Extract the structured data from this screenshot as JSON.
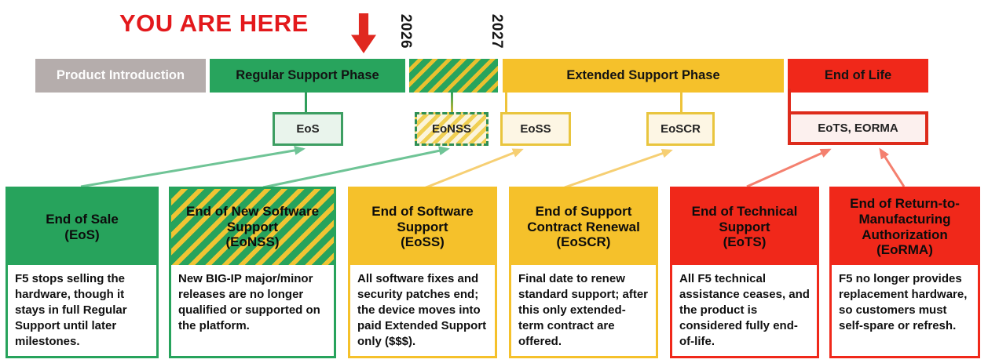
{
  "banner": {
    "label": "YOU ARE HERE"
  },
  "years": [
    "2026",
    "2027"
  ],
  "timeline": {
    "phases": [
      {
        "id": "product-introduction",
        "label": "Product Introduction"
      },
      {
        "id": "regular-support",
        "label": "Regular Support Phase"
      },
      {
        "id": "eonss-transition",
        "label": ""
      },
      {
        "id": "extended-support",
        "label": "Extended Support Phase"
      },
      {
        "id": "end-of-life",
        "label": "End of Life"
      }
    ],
    "milestones": [
      {
        "id": "eos",
        "label": "EoS"
      },
      {
        "id": "eonss",
        "label": "EoNSS"
      },
      {
        "id": "eoss",
        "label": "EoSS"
      },
      {
        "id": "eoscr",
        "label": "EoSCR"
      },
      {
        "id": "eots-eorma",
        "label": "EoTS, EORMA"
      }
    ]
  },
  "cards": [
    {
      "title": "End of Sale\n(EoS)",
      "body": "F5 stops selling the hardware, though it stays in full Regular Support until later milestones."
    },
    {
      "title": "End of New Software\nSupport\n(EoNSS)",
      "body": "New BIG-IP major/minor releases are no longer qualified or supported on the platform."
    },
    {
      "title": "End of Software\nSupport\n(EoSS)",
      "body": "All software fixes and security patches end; the device moves into paid Extended Support only ($$$)."
    },
    {
      "title": "End of Support\nContract Renewal\n(EoSCR)",
      "body": "Final date to renew standard support; after this only extended-term contract are offered."
    },
    {
      "title": "End of Technical\nSupport\n(EoTS)",
      "body": "All F5 technical assistance ceases, and the product is considered fully end-of-life."
    },
    {
      "title": "End of Return-to-\nManufacturing\nAuthorization\n(EoRMA)",
      "body": "F5 no longer provides replacement hardware, so customers must self-spare or refresh."
    }
  ],
  "colors": {
    "banner_red": "#e3191c",
    "phase_gray": "#b5adac",
    "phase_green": "#28a45d",
    "phase_yellow": "#f5c12b",
    "phase_red": "#f0281a",
    "hatch_yellow": "#e9c02f",
    "arrow_green": "#6fc496",
    "arrow_yellow": "#f6cf73",
    "arrow_red": "#f4806f"
  }
}
